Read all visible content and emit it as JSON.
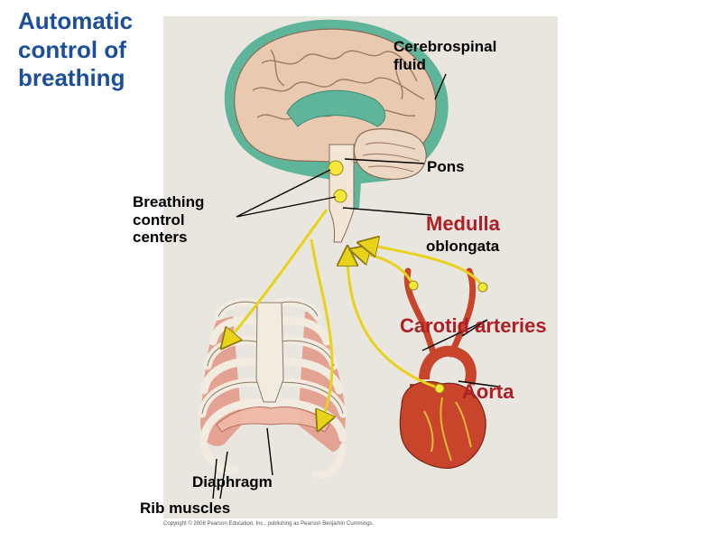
{
  "slide": {
    "title": "Automatic\ncontrol of\nbreathing"
  },
  "labels": {
    "csf": "Cerebrospinal\nfluid",
    "pons": "Pons",
    "breathing_centers": "Breathing\ncontrol\ncenters",
    "medulla": "Medulla",
    "oblongata": "oblongata",
    "carotid": "Carotid arteries",
    "aorta": "Aorta",
    "diaphragm": "Diaphragm",
    "rib_muscles": "Rib muscles"
  },
  "copyright": "Copyright © 2008 Pearson Education, Inc., publishing as Pearson Benjamin Cummings.",
  "colors": {
    "title": "#1b4f9c",
    "label_red": "#b01f26",
    "panel_bg": "#e9e6df",
    "nerve_yellow": "#e8d21a",
    "csf_green": "#5fb59a",
    "brain_tan": "#e9c9b0",
    "muscle_pink": "#e39a8a",
    "heart_red": "#c8442b"
  }
}
